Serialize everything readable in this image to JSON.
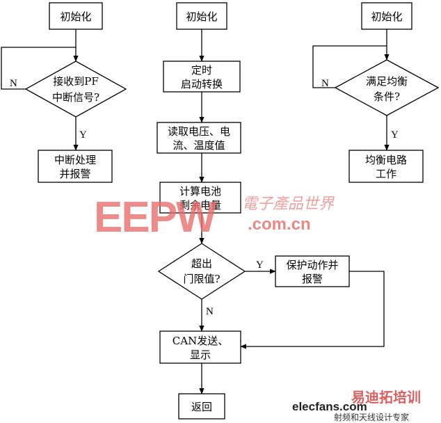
{
  "nodes": {
    "init_left": [
      "初始化"
    ],
    "init_mid": [
      "初始化"
    ],
    "init_right": [
      "初始化"
    ],
    "decision_pf": [
      "接收到PF",
      "中断信号?"
    ],
    "interrupt": [
      "中断处理",
      "并报警"
    ],
    "timer": [
      "定时",
      "启动转换"
    ],
    "read": [
      "读取电压、电",
      "流、温度值"
    ],
    "compute": [
      "计算电池",
      "剩余电量"
    ],
    "decision_threshold": [
      "超出",
      "门限值?"
    ],
    "protect": [
      "保护动作并",
      "报警"
    ],
    "can": [
      "CAN发送、",
      "显示"
    ],
    "ret": [
      "返回"
    ],
    "decision_balance": [
      "满足均衡",
      "条件?"
    ],
    "balance_work": [
      "均衡电路",
      "工作"
    ]
  },
  "edge_labels": {
    "pf_no": "N",
    "pf_yes": "Y",
    "threshold_yes": "Y",
    "threshold_no": "N",
    "balance_no": "N",
    "balance_yes": "Y"
  },
  "watermark": {
    "brand": "EEPW",
    "brand_cn": "電子產品世界",
    "domain": ".com.cn",
    "site": "elecfans.com",
    "site_cn": "易迪拓培训",
    "footer_cn": "射频和天线设计专家"
  },
  "colors": {
    "line": "#000000",
    "box_fill": "#ffffff",
    "watermark": "#e86b6b"
  }
}
